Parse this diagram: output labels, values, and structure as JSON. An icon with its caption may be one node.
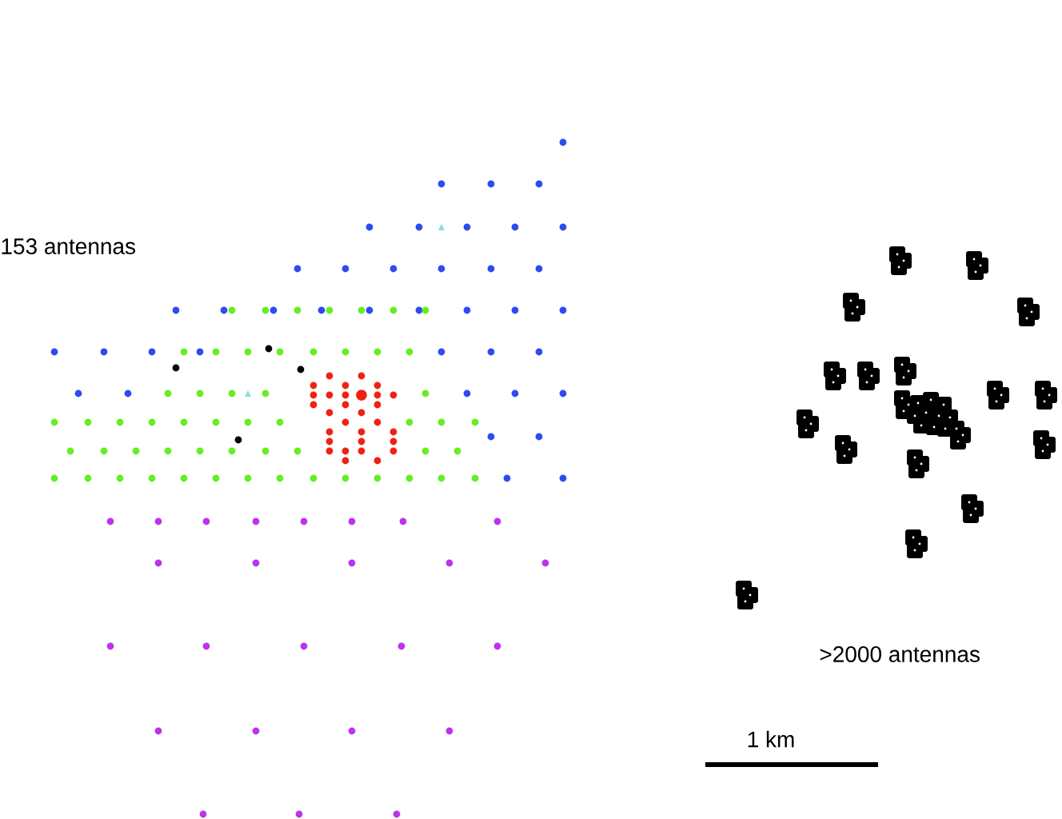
{
  "diagram": {
    "labels": [
      "153 antennas",
      ">2000 antennas",
      "1 km"
    ]
  }
}
